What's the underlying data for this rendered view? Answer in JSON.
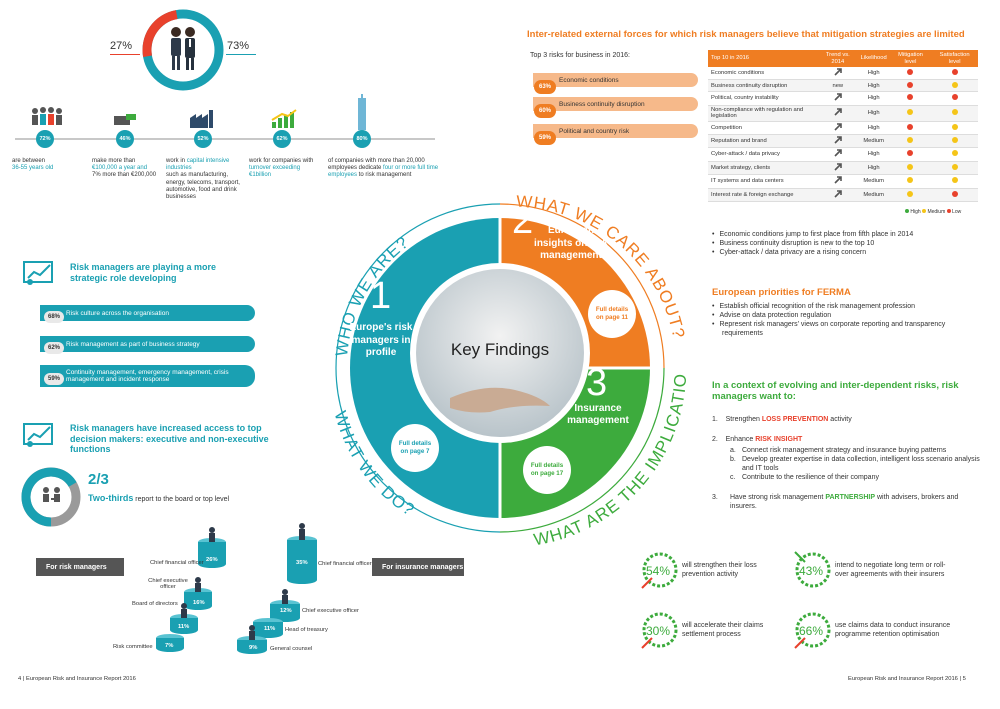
{
  "left": {
    "gender": {
      "female_pct": "27%",
      "male_pct": "73%"
    },
    "demographics": [
      {
        "pct": "72%",
        "pre": "are between",
        "hl": "36-55 years old",
        "post": ""
      },
      {
        "pct": "46%",
        "pre": "make more than",
        "hl": "€100,000 a year and",
        "post": "7% more than €200,000"
      },
      {
        "pct": "52%",
        "pre": "work in",
        "hl": "capital intensive industries",
        "post": "such as manufacturing, energy, telecoms, transport, automotive, food and drink businesses"
      },
      {
        "pct": "62%",
        "pre": "work for companies with",
        "hl": "turnover exceeding €1billion",
        "post": ""
      },
      {
        "pct": "80%",
        "pre": "of companies with more than 20,000 employees dedicate",
        "hl": "four or more full time employees",
        "post": "to risk management"
      }
    ],
    "strategic": {
      "title": "Risk managers are playing a more strategic role developing",
      "bars": [
        {
          "pct": "68%",
          "label": "Risk culture across the organisation"
        },
        {
          "pct": "62%",
          "label": "Risk management as part of business strategy"
        },
        {
          "pct": "59%",
          "label": "Continuity management, emergency management, crisis management and incident response"
        }
      ]
    },
    "access": {
      "title": "Risk managers have increased access to top decision makers: executive and non-executive functions",
      "fraction": "2/3",
      "bold": "Two-thirds",
      "rest": "report to the board or top level"
    },
    "pedestals": {
      "for_rm": "For risk managers",
      "for_im": "For insurance managers",
      "rm": [
        {
          "label": "Chief financial officer",
          "pct": "26%"
        },
        {
          "label": "Chief executive officer",
          "pct": ""
        },
        {
          "label": "Board of directors",
          "pct": "16%"
        },
        {
          "label": "",
          "pct": "11%"
        },
        {
          "label": "Risk committee",
          "pct": "7%"
        }
      ],
      "im": [
        {
          "label": "Chief financial officer",
          "pct": "35%"
        },
        {
          "label": "Chief executive officer",
          "pct": "12%"
        },
        {
          "label": "Head of treasury",
          "pct": "11%"
        },
        {
          "label": "General counsel",
          "pct": "9%"
        }
      ]
    },
    "footer": "4   |  European Risk and Insurance Report 2016"
  },
  "wheel": {
    "center": "Key Findings",
    "q1": {
      "num": "1",
      "text": "Europe's risk managers in profile",
      "outer": "WHO WE ARE?",
      "details": "Full details on page 7"
    },
    "q2": {
      "num": "2",
      "text": "European insights on risk management",
      "outer": "WHAT WE CARE ABOUT?",
      "details": "Full details on page 11"
    },
    "q3": {
      "num": "3",
      "text": "Insurance management",
      "outer": "WHAT ARE THE IMPLICATIONS?",
      "details": "Full details on page 17"
    },
    "q4": {
      "outer": "WHAT WE DO?"
    },
    "details_prefix": "Full details on page",
    "p7": "7",
    "p11": "11",
    "p17": "17"
  },
  "right": {
    "headline": "Inter-related external forces for which risk managers believe that mitigation strategies are limited",
    "top3_label": "Top 3 risks for business in 2016:",
    "top3": [
      {
        "pct": "63%",
        "label": "Economic conditions"
      },
      {
        "pct": "60%",
        "label": "Business continuity disruption"
      },
      {
        "pct": "59%",
        "label": "Political and country risk"
      }
    ],
    "table": {
      "headers": [
        "Top 10 in 2016",
        "Trend vs. 2014",
        "Likelihood",
        "Mitigation level",
        "Satisfaction level"
      ],
      "rows": [
        {
          "risk": "Economic conditions",
          "trend": "",
          "like": "High",
          "mit": "red",
          "sat": "red"
        },
        {
          "risk": "Business continuity disruption",
          "trend": "new",
          "like": "High",
          "mit": "red",
          "sat": "yellow"
        },
        {
          "risk": "Political, country instability",
          "trend": "",
          "like": "High",
          "mit": "red",
          "sat": "red"
        },
        {
          "risk": "Non-compliance with regulation and legislation",
          "trend": "",
          "like": "High",
          "mit": "yellow",
          "sat": "yellow"
        },
        {
          "risk": "Competition",
          "trend": "",
          "like": "High",
          "mit": "red",
          "sat": "yellow"
        },
        {
          "risk": "Reputation and brand",
          "trend": "",
          "like": "Medium",
          "mit": "yellow",
          "sat": "yellow"
        },
        {
          "risk": "Cyber-attack / data privacy",
          "trend": "",
          "like": "High",
          "mit": "red",
          "sat": "yellow"
        },
        {
          "risk": "Market strategy, clients",
          "trend": "",
          "like": "High",
          "mit": "yellow",
          "sat": "yellow"
        },
        {
          "risk": "IT systems and data centers",
          "trend": "",
          "like": "Medium",
          "mit": "yellow",
          "sat": "yellow"
        },
        {
          "risk": "Interest rate & foreign exchange",
          "trend": "",
          "like": "Medium",
          "mit": "yellow",
          "sat": "red"
        }
      ],
      "legend": [
        "High",
        "Medium",
        "Low"
      ]
    },
    "bullets1": [
      "Economic conditions jump to first place from fifth place in 2014",
      "Business continuity disruption is new to the top 10",
      "Cyber-attack / data privacy are a rising concern"
    ],
    "ferma_title": "European priorities for FERMA",
    "ferma": [
      "Establish official recognition of the risk management profession",
      "Advise on data protection regulation",
      "Represent risk managers' views on corporate reporting and transparency requirements"
    ],
    "context_title": "In a context of evolving and inter-dependent risks, risk managers want to:",
    "wants": {
      "w1_pre": "Strengthen",
      "w1_kw": "LOSS PREVENTION",
      "w1_post": "activity",
      "w2_pre": "Enhance",
      "w2_kw": "RISK INSIGHT",
      "w2_subs": [
        "Connect risk management strategy and insurance buying patterns",
        "Develop greater expertise in data collection, intelligent loss scenario analysis and IT tools",
        "Contribute to the resilience of their company"
      ],
      "w3_pre": "Have strong risk management",
      "w3_kw": "PARTNERSHIP",
      "w3_post": "with advisers, brokers and insurers."
    },
    "stats": [
      {
        "pct": "54%",
        "text": "will strengthen their loss prevention activity"
      },
      {
        "pct": "43%",
        "text": "intend to negotiate long term or roll-over agreements with their insurers"
      },
      {
        "pct": "30%",
        "text": "will accelerate their claims settlement process"
      },
      {
        "pct": "66%",
        "text": "use claims data to conduct insurance programme retention optimisation"
      }
    ],
    "footer": "European Risk and Insurance Report 2016 |   5"
  },
  "colors": {
    "teal": "#1aa0b2",
    "orange": "#ef7d22",
    "green": "#3dab3d",
    "red": "#e8412c",
    "yellow": "#f5c518"
  }
}
